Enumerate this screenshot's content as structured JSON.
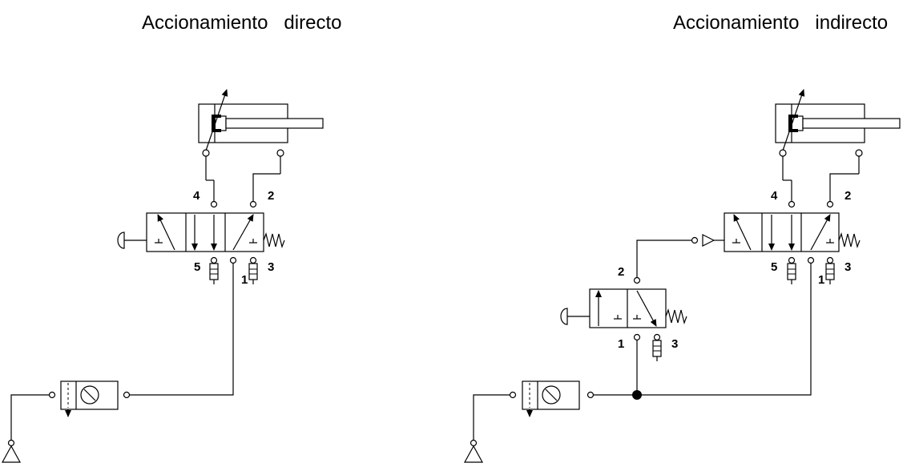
{
  "titles": {
    "direct": "Accionamiento   directo",
    "indirect": "Accionamiento   indirecto"
  },
  "direct": {
    "main_valve_ports": {
      "p4": "4",
      "p2": "2",
      "p5": "5",
      "p1": "1",
      "p3": "3"
    }
  },
  "indirect": {
    "main_valve_ports": {
      "p4": "4",
      "p2": "2",
      "p5": "5",
      "p1": "1",
      "p3": "3"
    },
    "pilot_valve_ports": {
      "p2": "2",
      "p1": "1",
      "p3": "3"
    }
  },
  "icons": {
    "cylinder": "double-acting-cylinder-icon",
    "valve52": "5-2-valve-icon",
    "valve32": "3-2-valve-icon",
    "frl": "frl-unit-icon",
    "source": "pressure-source-icon",
    "exhaust": "silencer-icon",
    "spring": "spring-icon",
    "pushbutton": "pushbutton-icon",
    "junction": "junction-dot-icon"
  }
}
